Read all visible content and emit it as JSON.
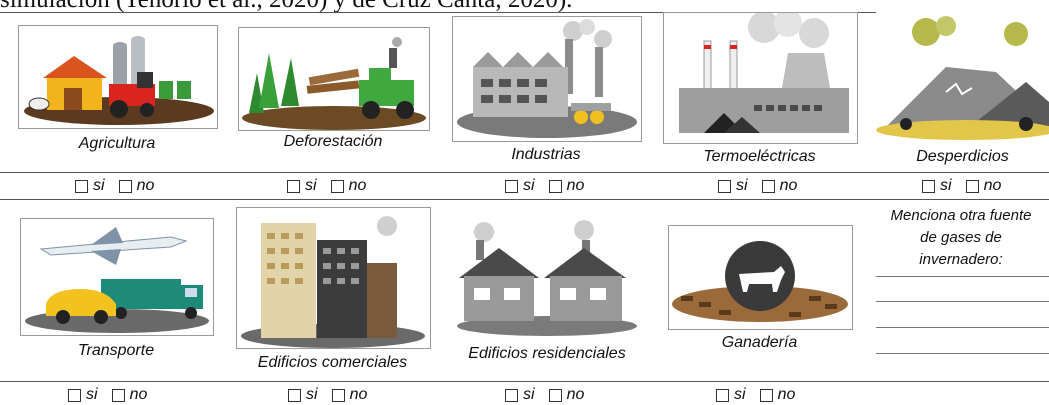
{
  "header_fragment": "simulación (Tenorio et al., 2020) y de Cruz Cañta, 2020).",
  "options": {
    "yes": "si",
    "no": "no"
  },
  "row1": [
    {
      "label": "Agricultura",
      "icon": "agriculture-farm-illustration"
    },
    {
      "label": "Deforestación",
      "icon": "deforestation-illustration"
    },
    {
      "label": "Industrias",
      "icon": "industry-factory-illustration"
    },
    {
      "label": "Termoeléctricas",
      "icon": "thermoelectric-plant-illustration"
    },
    {
      "label": "Desperdicios",
      "icon": "waste-dump-illustration"
    }
  ],
  "row2": [
    {
      "label": "Transporte",
      "icon": "transport-illustration"
    },
    {
      "label": "Edificios comerciales",
      "icon": "commercial-buildings-illustration"
    },
    {
      "label": "Edificios residenciales",
      "icon": "residential-houses-illustration"
    },
    {
      "label": "Ganadería",
      "icon": "livestock-cow-illustration"
    }
  ],
  "other_prompt": {
    "line1": "Menciona otra fuente",
    "line2": "de gases de",
    "line3": "invernadero:"
  }
}
